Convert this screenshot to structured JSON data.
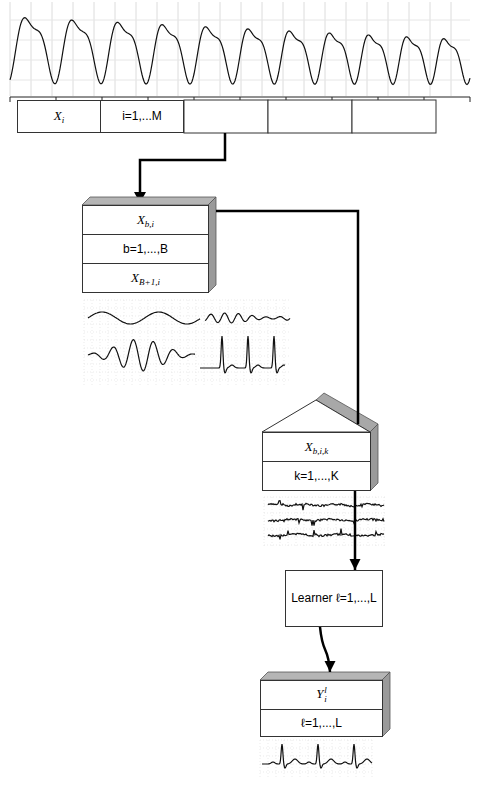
{
  "diagram": {
    "nodes": [
      {
        "text": [
          "Xi"
        ]
      },
      {
        "text": [
          "i=1,...M"
        ]
      },
      {
        "text": [
          "Xb,i"
        ]
      },
      {
        "text": [
          "b=1,...,B"
        ]
      },
      {
        "text": [
          "XB+1,i"
        ]
      },
      {
        "text": [
          "Xb,i,k"
        ]
      },
      {
        "text": [
          "k=1,...,K"
        ]
      },
      {
        "text": [
          "Learner ℓ=1,...,L"
        ]
      },
      {
        "text": [
          "Yil"
        ]
      },
      {
        "text": [
          "ℓ=1,...,L"
        ]
      }
    ],
    "edges": [
      {
        "from": 2,
        "to": 5,
        "arrow": "none"
      },
      {
        "from": 6,
        "to": 7,
        "arrow": "to"
      },
      {
        "from": 7,
        "to": 8,
        "arrow": "to"
      }
    ]
  }
}
